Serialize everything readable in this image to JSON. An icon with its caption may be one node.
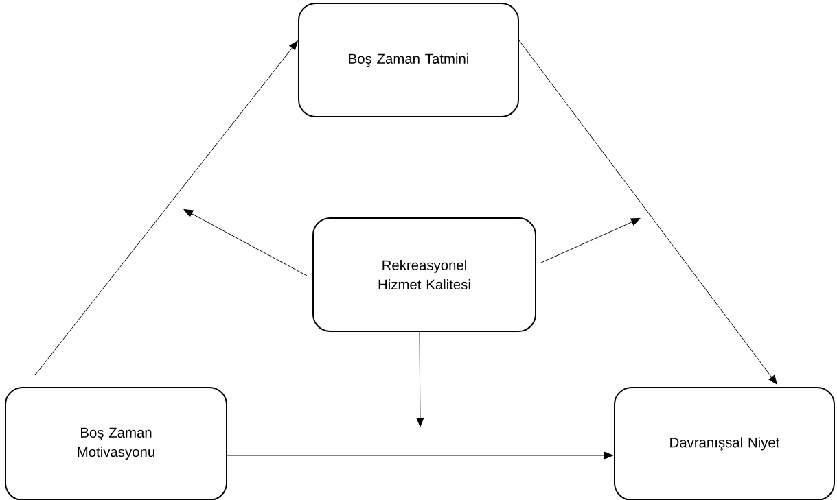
{
  "diagram": {
    "nodes": [
      {
        "text": [
          "Boş Zaman Tatmini"
        ]
      },
      {
        "text": [
          "Rekreasyonel Hizmet Kalitesi"
        ]
      },
      {
        "text": [
          "Boş Zaman Motivasyonu"
        ]
      },
      {
        "text": [
          "Davranışsal Niyet"
        ]
      }
    ],
    "edges": [
      {
        "from": 2,
        "to": 0,
        "arrow": "to"
      },
      {
        "from": 0,
        "to": 3,
        "arrow": "to"
      },
      {
        "from": 2,
        "to": 3,
        "arrow": "to"
      },
      {
        "from": 1,
        "to": null,
        "arrow": "to"
      },
      {
        "from": 1,
        "to": null,
        "arrow": "to"
      },
      {
        "from": 1,
        "to": null,
        "arrow": "to"
      }
    ]
  }
}
